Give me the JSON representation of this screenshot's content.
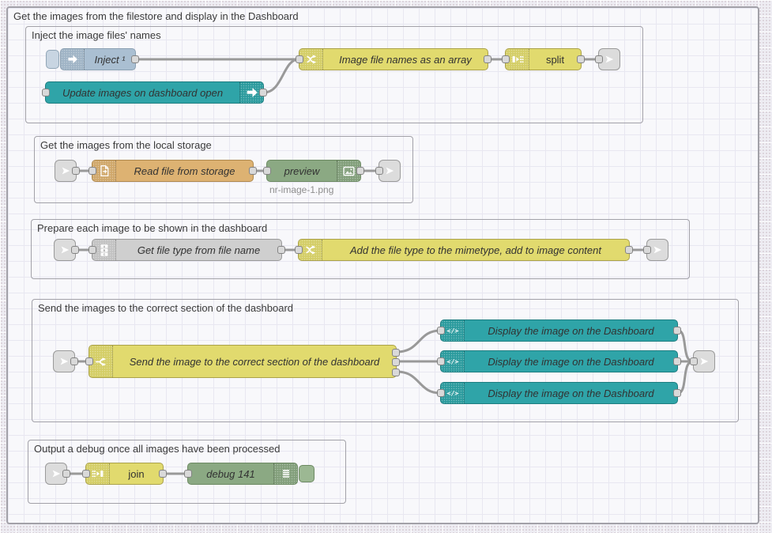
{
  "groups": {
    "outer": {
      "label": "Get the images from the filestore and display in the Dashboard"
    },
    "inject": {
      "label": "Inject the image files' names"
    },
    "storage": {
      "label": "Get the images from the local storage"
    },
    "prepare": {
      "label": "Prepare each image to be shown in the dashboard"
    },
    "send": {
      "label": "Send the images to the correct section of the dashboard"
    },
    "debug": {
      "label": "Output a debug once all images have been processed"
    }
  },
  "nodes": {
    "inject": {
      "label": "Inject ¹"
    },
    "update_images": {
      "label": "Update images on dashboard open"
    },
    "image_file_names": {
      "label": "Image file names as an array"
    },
    "split": {
      "label": "split"
    },
    "read_file": {
      "label": "Read file from storage"
    },
    "preview": {
      "label": "preview",
      "status": "nr-image-1.png"
    },
    "get_file_type": {
      "label": "Get file type from file name"
    },
    "add_file_type": {
      "label": "Add the file type to the mimetype, add to image content"
    },
    "send_image": {
      "label": "Send the image to the correct section of the dashboard"
    },
    "display_1": {
      "label": "Display the image on the Dashboard"
    },
    "display_2": {
      "label": "Display the image on the Dashboard"
    },
    "display_3": {
      "label": "Display the image on the Dashboard"
    },
    "join": {
      "label": "join"
    },
    "debug": {
      "label": "debug 141"
    }
  },
  "icons": {
    "inject-icon": "block-arrow-right",
    "dashboard-event-icon": "block-arrow-right",
    "change-icon": "shuffle-arrows",
    "split-icon": "bar-arrow-dots",
    "join-icon": "dots-arrow-bar",
    "link-icon": "arrow-dart",
    "file-icon": "file-page",
    "image-icon": "picture-mountains",
    "string-icon": "abc-blocks",
    "switch-icon": "fork-arrows",
    "template-icon": "</>",
    "debug-icon": "list-lines"
  },
  "colors": {
    "canvas_bg": "#eeedf3",
    "group_bg": "#f8f8fb",
    "group_border": "#a2a1a8",
    "node_inject": "#aabfd2",
    "node_dashboard_teal": "#2fa4a8",
    "node_yellow": "#e1da6e",
    "node_file_orange": "#ddb272",
    "node_grey": "#cfcfcf",
    "node_green": "#8ba983",
    "link_node_grey": "#dcdcdc",
    "wire": "#999999",
    "status_text": "#8d8d8d"
  }
}
